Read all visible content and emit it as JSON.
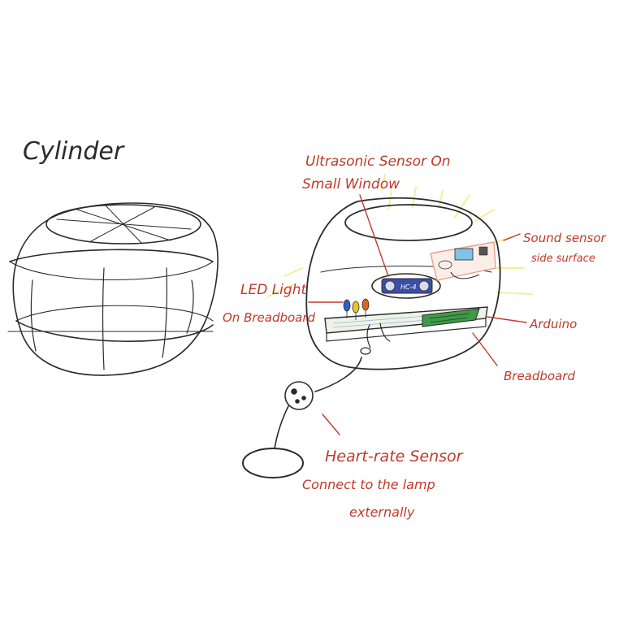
{
  "labels": {
    "cylinder": "Cylinder",
    "ultrasonic_line1": "Ultrasonic Sensor On",
    "ultrasonic_line2": "Small Window",
    "sound_line1": "Sound sensor",
    "sound_line2": "side surface",
    "led_line1": "LED Light",
    "led_line2": "On Breadboard",
    "arduino": "Arduino",
    "breadboard": "Breadboard",
    "heart_line1": "Heart-rate Sensor",
    "heart_line2": "Connect to the lamp",
    "heart_line3": "externally",
    "sensor_chip": "HC-4"
  },
  "colors": {
    "ink": "#2b2b2b",
    "annotation": "#c0392b",
    "glow": "#f3ef9a",
    "led_blue": "#2f5fd0",
    "led_yellow": "#e6c52a",
    "led_orange": "#d9661f",
    "arduino_green": "#3f9a4a",
    "sensor_blue": "#3b4fa8",
    "sound_blue": "#7fc4e8",
    "sound_pink": "#e8a08a"
  }
}
